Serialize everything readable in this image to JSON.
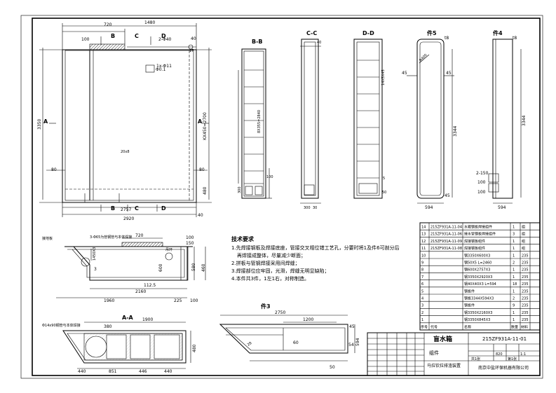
{
  "views": {
    "main": {
      "dims": {
        "top_720": "720",
        "top_1480": "1480",
        "top_100": "100",
        "top_40": "40",
        "left_3350": "3350",
        "right_3350": "KX450=2700",
        "r_480": "480",
        "r_40": "40",
        "b_2757": "2757",
        "b_2920": "2920",
        "b_40": "40",
        "l_80": "80",
        "r_80": "80",
        "b_box": "20x8"
      },
      "callouts": {
        "hole": "2-Φ40",
        "flat": "1x-Φ11",
        "note": "Φ0.1",
        "hole2": "17"
      },
      "section_marks": [
        "A",
        "A",
        "B",
        "B",
        "C",
        "C",
        "D",
        "D"
      ]
    },
    "bb": {
      "title": "B-B",
      "dim_v": "8X355=2840",
      "dim_100": "100",
      "dim_300": "300"
    },
    "cc": {
      "title": "C-C",
      "dim_300": "300",
      "dim_30": "30",
      "dim_40": "40"
    },
    "dd": {
      "title": "D-D",
      "dim_v": "14X5X45",
      "dim_5": "5",
      "dim_50": "50"
    },
    "p5": {
      "title": "件5",
      "t8": "t8",
      "d45a": "45",
      "d45b": "45",
      "d3344": "3344",
      "d594": "594",
      "d45c": "45",
      "d3400": "R400"
    },
    "p4": {
      "title": "件4",
      "t8": "t8",
      "d3344": "3344",
      "d2150": "2-150",
      "d100": "100",
      "d100b": "100",
      "d594": "594"
    },
    "side": {
      "dims": {
        "d720": "720",
        "d100": "100",
        "d150": "150",
        "d600": "600",
        "d460": "460",
        "d580": "580",
        "d2160": "2160",
        "d1125": "112.5",
        "d1960": "1960",
        "d225": "225",
        "d100b": "100",
        "d3": "3",
        "d1450": "1450X3"
      },
      "labels": {
        "label1": "接地板",
        "label2": "3-Φ65为管钢管与本体焊接",
        "label3": "吊环"
      }
    },
    "aa": {
      "title": "A-A",
      "dims": {
        "d1900": "1900",
        "d380": "380",
        "d440": "440",
        "d851": "851",
        "d446": "446",
        "d440b": "440",
        "d480": "480"
      },
      "labels": {
        "note": "Φ14x90钢管与本体焊接"
      }
    },
    "p3": {
      "title": "件3",
      "dims": {
        "d2750": "2750",
        "d1200": "1200",
        "d60": "60",
        "d594": "594",
        "d45": "45",
        "d28": "28",
        "d54": "54",
        "d50": "50"
      }
    }
  },
  "notes": {
    "title": "技术要求",
    "lines": [
      "1.先焊接钢板及焊接底座，管接交叉相位错工艺孔，分要时将1及件6可剖分后",
      "再焊接成整体，尽量减少断面；",
      "2.拼板与管钢焊接采用间焊缝；",
      "3.焊接部位应牢固，光滑，焊缝无明显缺陷；",
      "4.本件共3件，1左1右，对称制造。"
    ]
  },
  "bom": {
    "rows": [
      {
        "no": "14",
        "code": "215ZF931A-11-04",
        "name": "水箱钢板焊接组件",
        "qty": "1",
        "mat": "组"
      },
      {
        "no": "13",
        "code": "215ZF931A-11-06",
        "name": "接水管钢板焊接组件",
        "qty": "3",
        "mat": "组"
      },
      {
        "no": "12",
        "code": "215ZF931A-11-09",
        "name": "焊接钢板组件",
        "qty": "1",
        "mat": "组"
      },
      {
        "no": "11",
        "code": "215ZF931A-11-08",
        "name": "焊接钢板组件",
        "qty": "1",
        "mat": "组"
      },
      {
        "no": "10",
        "code": "",
        "name": "钢3350X600X3",
        "qty": "1",
        "mat": "235"
      },
      {
        "no": "9",
        "code": "",
        "name": "钢50X5 L=2460",
        "qty": "2",
        "mat": "235"
      },
      {
        "no": "8",
        "code": "",
        "name": "钢600X2757X3",
        "qty": "1",
        "mat": "235"
      },
      {
        "no": "7",
        "code": "",
        "name": "钢3350X2920X3",
        "qty": "1",
        "mat": "235"
      },
      {
        "no": "6",
        "code": "",
        "name": "钢40X40X3 L=594",
        "qty": "18",
        "mat": "235"
      },
      {
        "no": "5",
        "code": "",
        "name": "钢板件",
        "qty": "1",
        "mat": "235"
      },
      {
        "no": "4",
        "code": "",
        "name": "钢板3344X594X3",
        "qty": "2",
        "mat": "235"
      },
      {
        "no": "3",
        "code": "",
        "name": "钢板件",
        "qty": "9",
        "mat": "235"
      },
      {
        "no": "2",
        "code": "",
        "name": "钢3350X2160X3",
        "qty": "1",
        "mat": "235"
      },
      {
        "no": "1",
        "code": "",
        "name": "钢3350X845X3",
        "qty": "1",
        "mat": "235"
      }
    ],
    "header": {
      "no": "序号",
      "code": "代号",
      "name": "名称",
      "qty": "数量",
      "mat": "材料"
    }
  },
  "title_block": {
    "name": "盲水箱",
    "drawing_no": "215ZF931A-11-01",
    "sub": "组件",
    "weight": "820",
    "scale": "1:1",
    "project": "马拉钦拉排渣装置",
    "company": "南京中盐环保机器有限公司",
    "sheet": "共1张",
    "sheet2": "第1张"
  }
}
